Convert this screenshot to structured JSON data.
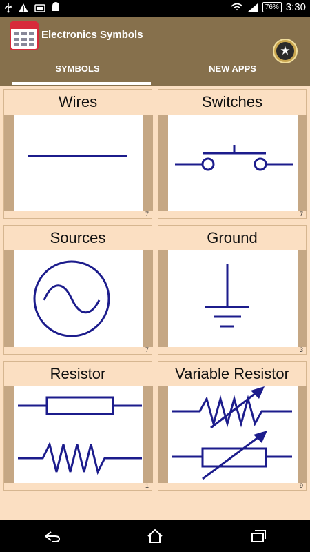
{
  "status_bar": {
    "battery": "76%",
    "time": "3:30"
  },
  "app_bar": {
    "title": "Electronics Symbols"
  },
  "tabs": [
    {
      "label": "SYMBOLS",
      "active": true
    },
    {
      "label": "NEW APPS",
      "active": false
    }
  ],
  "cards": [
    {
      "title": "Wires",
      "count": "7",
      "symbol": "wire"
    },
    {
      "title": "Switches",
      "count": "7",
      "symbol": "switch"
    },
    {
      "title": "Sources",
      "count": "7",
      "symbol": "ac-source"
    },
    {
      "title": "Ground",
      "count": "3",
      "symbol": "ground"
    },
    {
      "title": "Resistor",
      "count": "1",
      "symbol": "resistor"
    },
    {
      "title": "Variable Resistor",
      "count": "9",
      "symbol": "variable-resistor"
    }
  ],
  "colors": {
    "app_bar": "#86704c",
    "background": "#fbdfc2",
    "symbol_stroke": "#1c1c8c",
    "side_strip": "#c5a784"
  }
}
